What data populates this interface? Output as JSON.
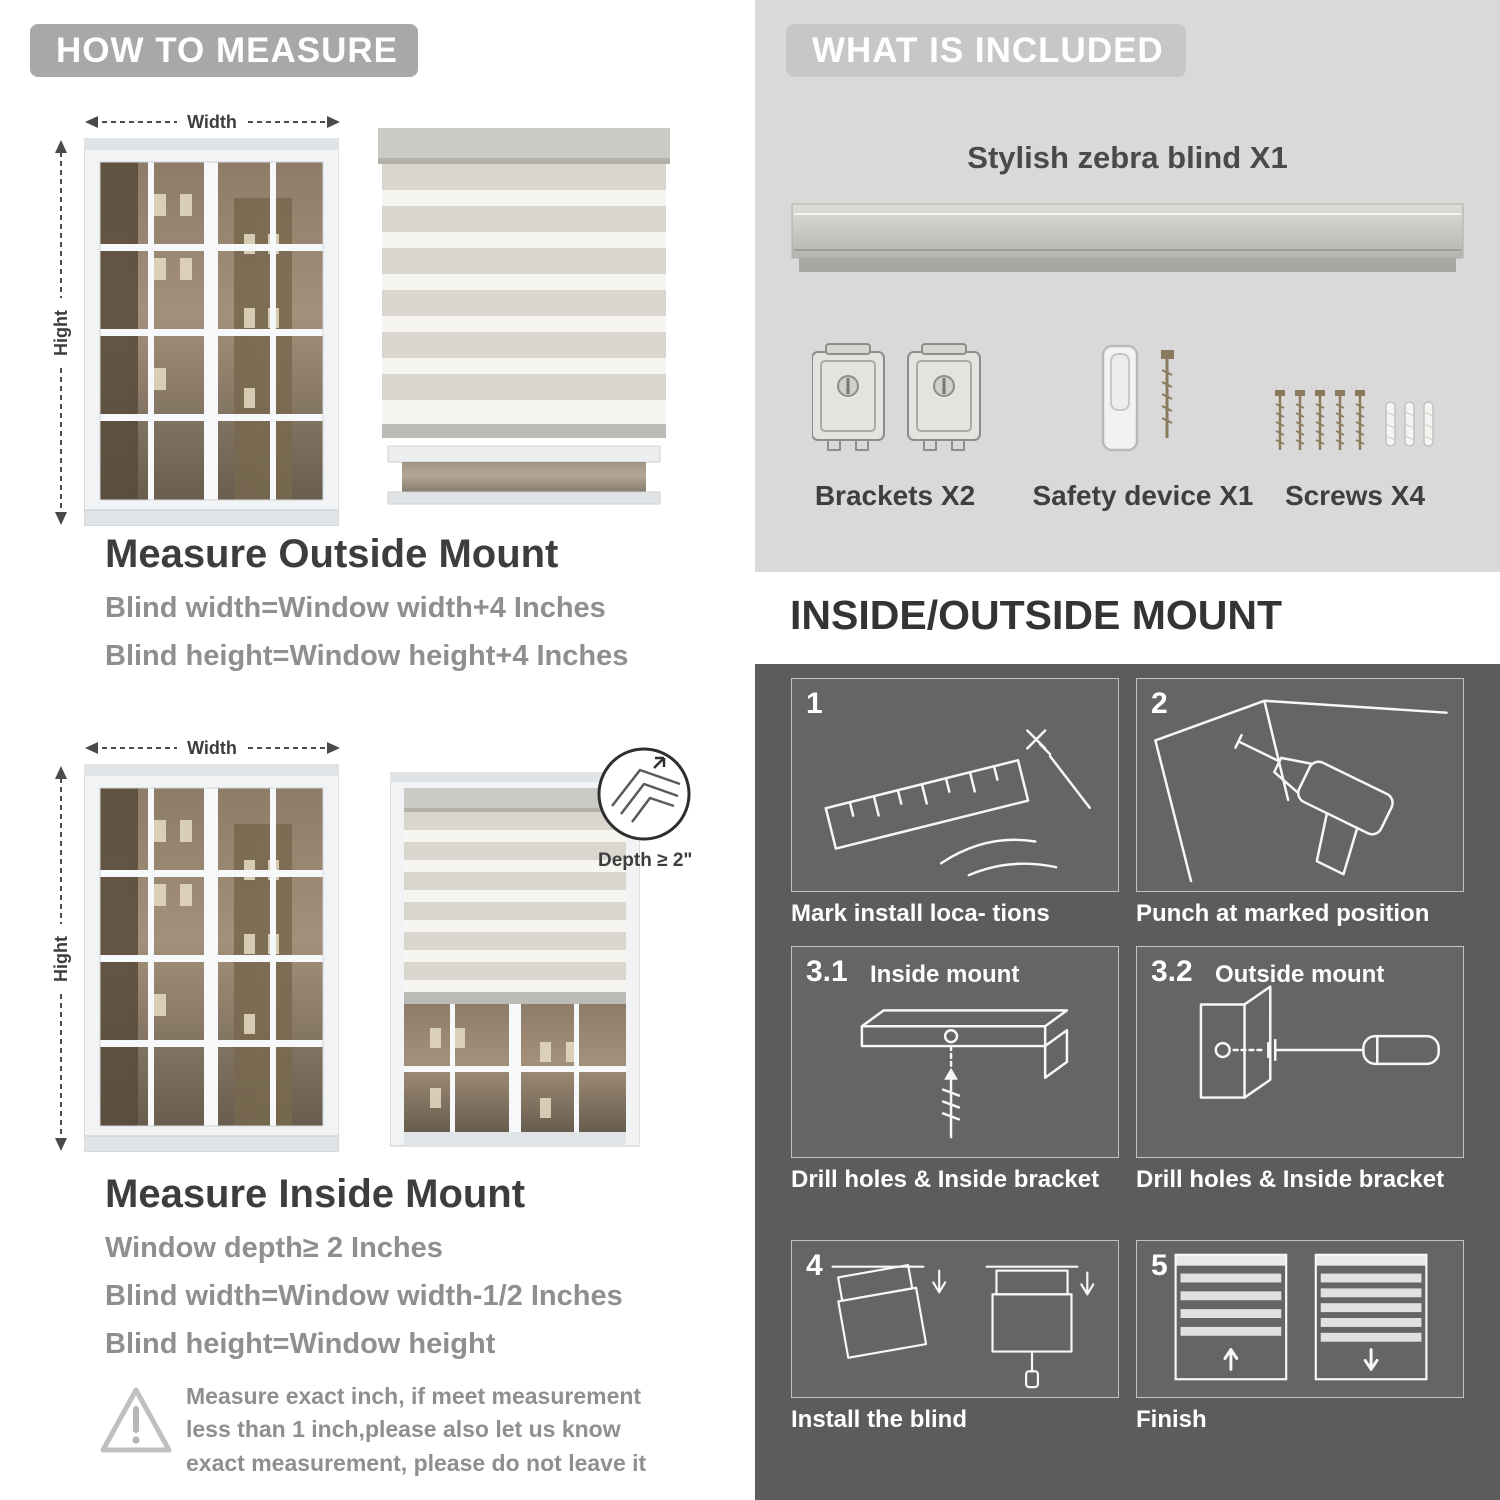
{
  "colors": {
    "banner_gray": "#a8a8a8",
    "included_panel_gray": "#d9d9d9",
    "mount_panel_gray": "#5c5c5c",
    "text_dark": "#3d3d3d",
    "text_gray": "#8f8f8f",
    "white": "#ffffff"
  },
  "left": {
    "header": "HOW TO MEASURE",
    "outside": {
      "width_label": "Width",
      "height_label": "Hight",
      "title": "Measure Outside Mount",
      "lines": [
        "Blind width=Window width+4 Inches",
        "Blind height=Window height+4 Inches"
      ]
    },
    "inside": {
      "width_label": "Width",
      "height_label": "Hight",
      "depth_label": "Depth ≥ 2\"",
      "title": "Measure Inside Mount",
      "lines": [
        "Window depth≥ 2 Inches",
        "Blind width=Window width-1/2 Inches",
        "Blind height=Window height"
      ]
    },
    "warning": "Measure exact inch, if meet measurement less than 1 inch,please also let us know exact measurement, please do not leave it"
  },
  "right": {
    "included": {
      "header": "WHAT IS INCLUDED",
      "blind_label": "Stylish zebra blind X1",
      "items": [
        {
          "name": "brackets",
          "label": "Brackets X2"
        },
        {
          "name": "safety-device",
          "label": "Safety device X1"
        },
        {
          "name": "screws",
          "label": "Screws X4"
        }
      ]
    },
    "mount": {
      "header": "INSIDE/OUTSIDE MOUNT",
      "steps": [
        {
          "num": "1",
          "label": "",
          "caption": "Mark install loca- tions"
        },
        {
          "num": "2",
          "label": "",
          "caption": "Punch at  marked position"
        },
        {
          "num": "3.1",
          "label": "Inside mount",
          "caption": "Drill holes &  Inside bracket"
        },
        {
          "num": "3.2",
          "label": "Outside mount",
          "caption": "Drill holes &  Inside bracket"
        },
        {
          "num": "4",
          "label": "",
          "caption": "Install the blind"
        },
        {
          "num": "5",
          "label": "",
          "caption": "Finish"
        }
      ]
    }
  }
}
